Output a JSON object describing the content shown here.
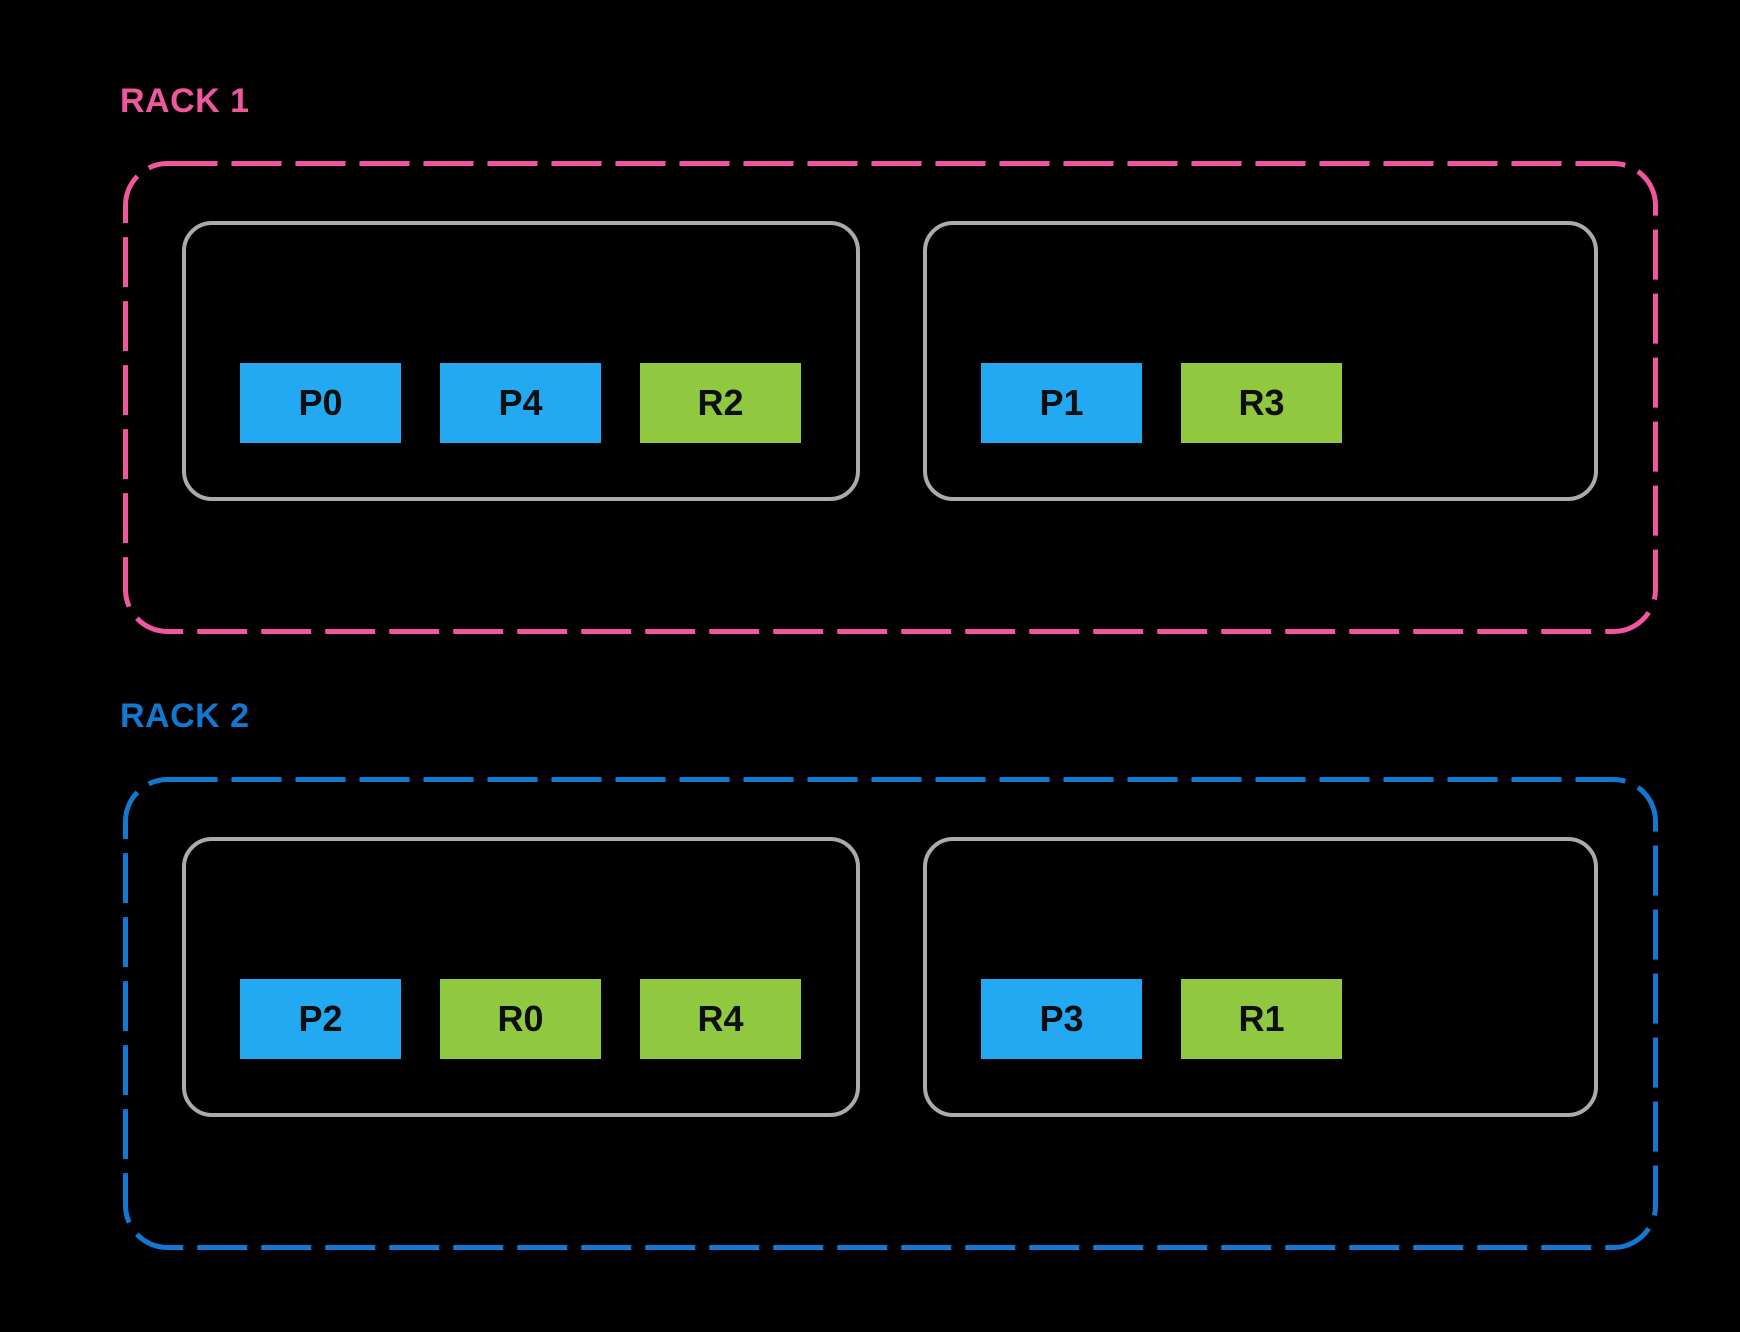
{
  "palette": {
    "background": "#000000",
    "rack1_accent": "#F0579D",
    "rack2_accent": "#1378D2",
    "node_border": "#ABABAB",
    "partition_blue": "#22A9F1",
    "replica_green": "#90C83F",
    "chip_text": "#0d0e10"
  },
  "racks": [
    {
      "label": "RACK 1",
      "label_color": "#F0579D",
      "border_color": "#F0579D",
      "nodes": [
        {
          "chips": [
            {
              "label": "P0",
              "color": "#22A9F1"
            },
            {
              "label": "P4",
              "color": "#22A9F1"
            },
            {
              "label": "R2",
              "color": "#90C83F"
            }
          ]
        },
        {
          "chips": [
            {
              "label": "P1",
              "color": "#22A9F1"
            },
            {
              "label": "R3",
              "color": "#90C83F"
            }
          ]
        }
      ]
    },
    {
      "label": "RACK 2",
      "label_color": "#1378D2",
      "border_color": "#1378D2",
      "nodes": [
        {
          "chips": [
            {
              "label": "P2",
              "color": "#22A9F1"
            },
            {
              "label": "R0",
              "color": "#90C83F"
            },
            {
              "label": "R4",
              "color": "#90C83F"
            }
          ]
        },
        {
          "chips": [
            {
              "label": "P3",
              "color": "#22A9F1"
            },
            {
              "label": "R1",
              "color": "#90C83F"
            }
          ]
        }
      ]
    }
  ]
}
